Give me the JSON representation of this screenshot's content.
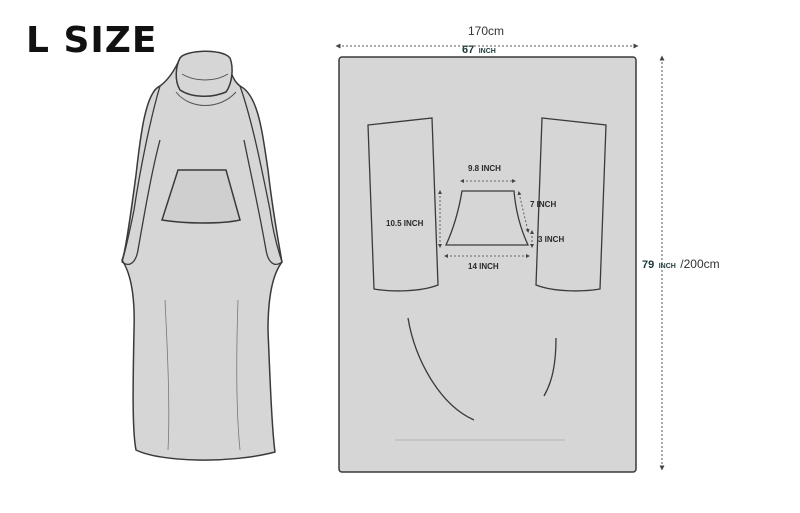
{
  "title": "L SIZE",
  "width": {
    "cm": "170cm",
    "inch_value": "67",
    "inch_unit": "INCH"
  },
  "height": {
    "inch_value": "79",
    "inch_unit": "INCH",
    "cm": "/200cm"
  },
  "pattern_labels": {
    "pocket_top": "9.8 INCH",
    "pocket_side": "7 INCH",
    "pocket_corner": "3 INCH",
    "pocket_bottom": "14 INCH",
    "sleeve_length": "10.5 INCH"
  },
  "colors": {
    "fabric": "#d6d6d6",
    "outline": "#3a3a3a",
    "dimension": "#555555"
  }
}
